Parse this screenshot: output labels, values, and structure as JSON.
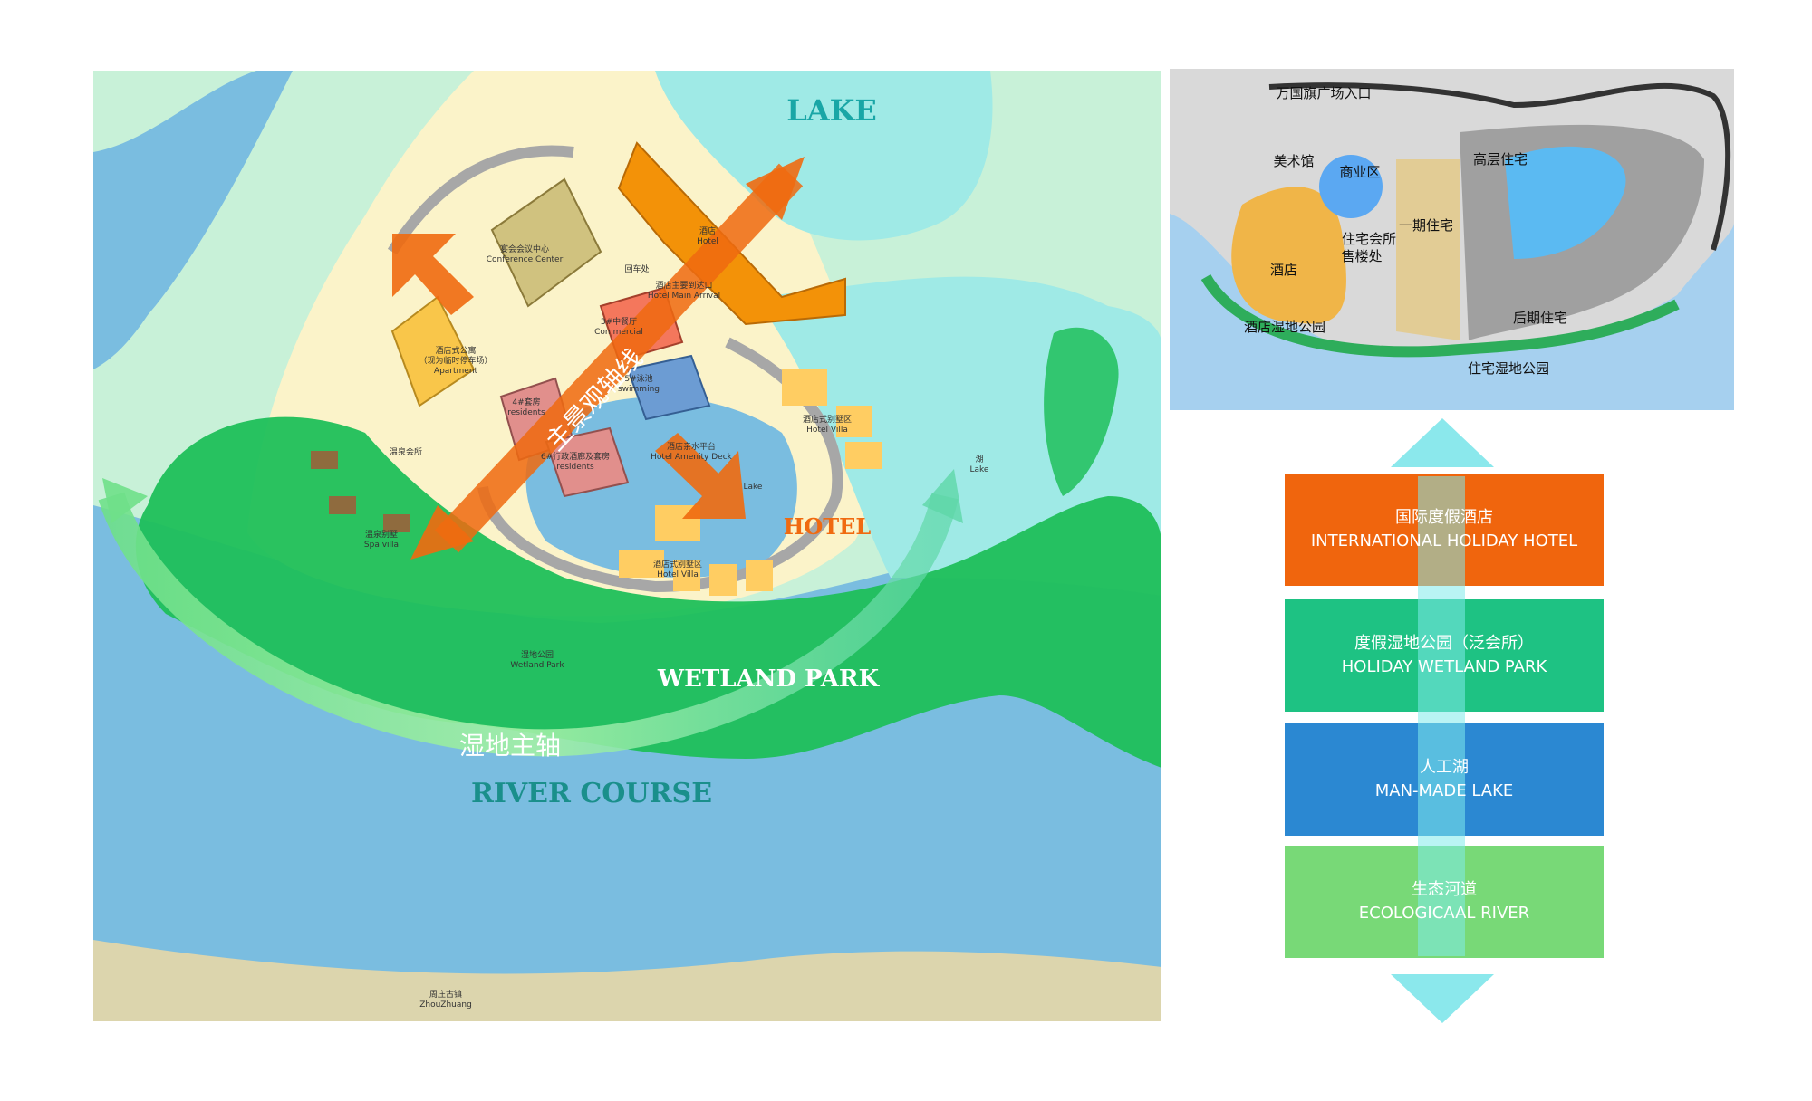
{
  "main_map": {
    "lake_label": "LAKE",
    "hotel_label": "HOTEL",
    "wetland_label": "WETLAND PARK",
    "river_label": "RIVER COURSE",
    "wetland_axis": "湿地主轴",
    "main_axis": "主景观轴线",
    "small_lake_cn": "湖",
    "small_lake_en": "Lake",
    "hotel_lake": "Lake",
    "zhouzhuang_cn": "周庄古镇",
    "zhouzhuang_en": "ZhouZhuang",
    "wetland_park_cn": "湿地公园",
    "wetland_park_en": "Wetland Park",
    "buildings": {
      "conference_cn": "宴会会议中心",
      "conference_en": "Conference Center",
      "hotel_cn": "酒店",
      "hotel_en": "Hotel",
      "arrival_cn": "酒店主要到达口",
      "arrival_en": "Hotel Main Arrival",
      "dropoff_cn": "回车处",
      "commercial_cn": "3#中餐厅",
      "commercial_en": "Commercial",
      "swimming_cn": "5#泳池",
      "swimming_en": "swimming",
      "apartment_cn": "酒店式公寓",
      "apartment_sub": "（现为临时停车场）",
      "apartment_en": "Apartment",
      "residents4_cn": "4#套房",
      "residents4_en": "residents",
      "residents6_cn": "6#行政酒廊及套房",
      "residents6_en": "residents",
      "clubhouse_cn": "温泉会所",
      "spa_cn": "温泉别墅",
      "spa_en": "Spa villa",
      "deck_cn": "酒店亲水平台",
      "deck_en": "Hotel Amenity Deck",
      "villa1_cn": "酒店式别墅区",
      "villa1_en": "Hotel Villa",
      "villa2_cn": "酒店式别墅区",
      "villa2_en": "Hotel Villa"
    }
  },
  "location_map": {
    "labels": {
      "plaza": "万国旗广场入口",
      "museum": "美术馆",
      "commercial": "商业区",
      "highrise": "高层住宅",
      "phase1": "一期住宅",
      "clubhouse": "住宅会所",
      "sales": "售楼处",
      "hotel": "酒店",
      "later": "后期住宅",
      "hotel_wetland": "酒店湿地公园",
      "res_wetland": "住宅湿地公园"
    }
  },
  "legend": [
    {
      "cn": "国际度假酒店",
      "en": "INTERNATIONAL HOLIDAY HOTEL"
    },
    {
      "cn": "度假湿地公园（泛会所）",
      "en": "HOLIDAY WETLAND PARK"
    },
    {
      "cn": "人工湖",
      "en": "MAN-MADE LAKE"
    },
    {
      "cn": "生态河道",
      "en": "ECOLOGICAAL RIVER"
    }
  ],
  "colors": {
    "river": "#7abde0",
    "lake": "#9feae6",
    "sand": "#fbf3c9",
    "wetland": "#1fbf5a",
    "hotel_orange": "#f0650d",
    "ground": "#c8f1d8"
  }
}
